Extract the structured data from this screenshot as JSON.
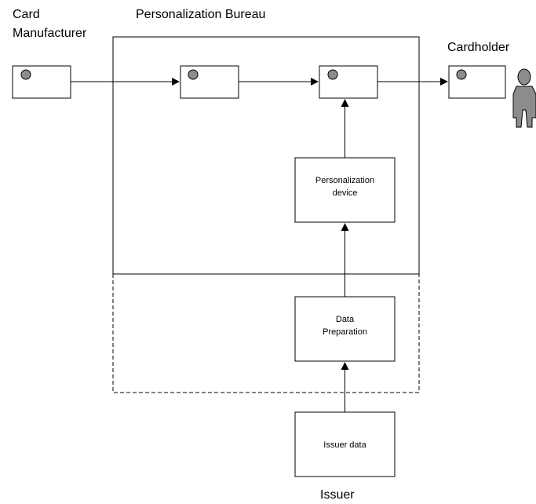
{
  "labels": {
    "card_manufacturer_line1": "Card",
    "card_manufacturer_line2": "Manufacturer",
    "personalization_bureau": "Personalization Bureau",
    "cardholder": "Cardholder",
    "issuer": "Issuer"
  },
  "boxes": {
    "personalization_device_line1": "Personalization",
    "personalization_device_line2": "device",
    "data_preparation_line1": "Data",
    "data_preparation_line2": "Preparation",
    "issuer_data": "Issuer data"
  },
  "colors": {
    "chip": "#8c8c8c",
    "person": "#8c8c8c"
  },
  "icons": [
    "card-icon",
    "chip-icon",
    "person-icon",
    "arrow-icon"
  ]
}
